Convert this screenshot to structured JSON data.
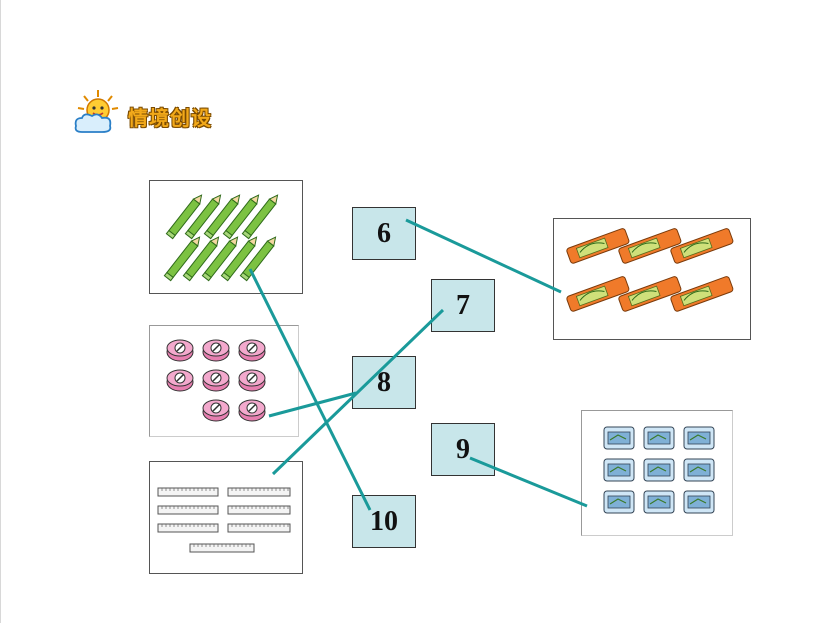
{
  "header": {
    "title": "情境创设",
    "icon": "sun-cloud-icon"
  },
  "picture_cards": [
    {
      "name": "pencils-card",
      "item": "pencil",
      "count": 10
    },
    {
      "name": "sharpeners-card",
      "item": "pencil-sharpener",
      "count": 8
    },
    {
      "name": "rulers-card",
      "item": "ruler",
      "count": 7
    },
    {
      "name": "erasers-card",
      "item": "eraser",
      "count": 6
    },
    {
      "name": "boxes-card",
      "item": "pencil-box",
      "count": 9
    }
  ],
  "number_boxes": [
    {
      "label": "6"
    },
    {
      "label": "7"
    },
    {
      "label": "8"
    },
    {
      "label": "9"
    },
    {
      "label": "10"
    }
  ],
  "colors": {
    "line": "#1a9a9a",
    "box_fill": "#c8e6ea",
    "title": "#f2a91a"
  }
}
